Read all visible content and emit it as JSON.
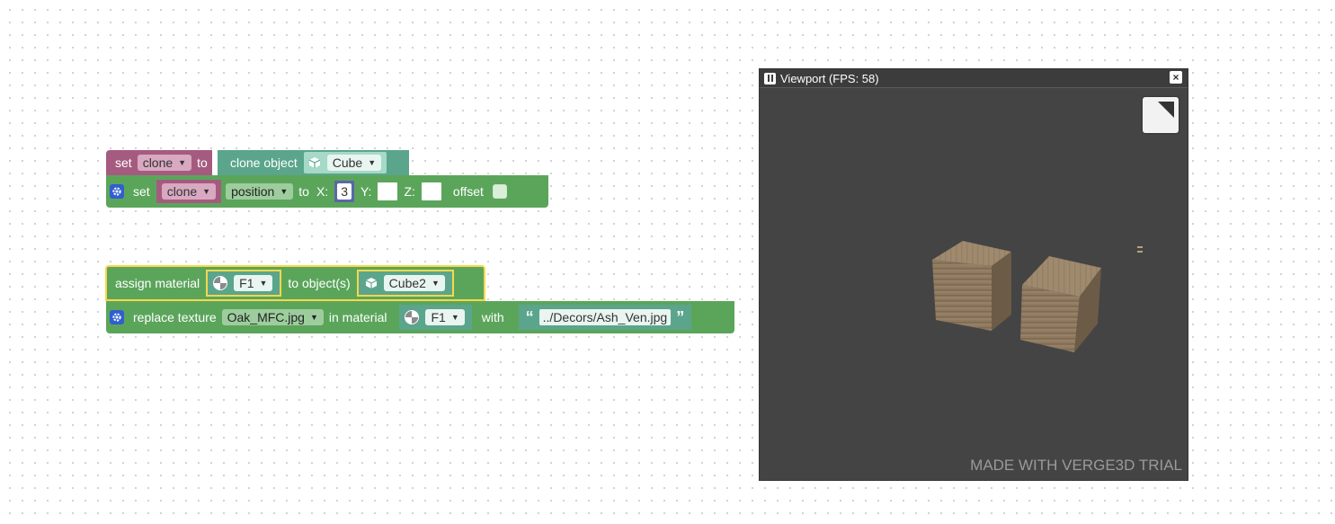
{
  "block1": {
    "set_label": "set",
    "var_name": "clone",
    "to_label": "to",
    "clone_object_label": "clone object",
    "object_name": "Cube"
  },
  "block2": {
    "set_label": "set",
    "var_name": "clone",
    "property": "position",
    "to_label": "to",
    "x_label": "X:",
    "x_value": "3",
    "y_label": "Y:",
    "z_label": "Z:",
    "offset_label": "offset"
  },
  "block3": {
    "assign_label": "assign material",
    "material": "F1",
    "to_objects_label": "to object(s)",
    "object_name": "Cube2"
  },
  "block4": {
    "replace_label": "replace texture",
    "texture": "Oak_MFC.jpg",
    "in_material_label": "in material",
    "material": "F1",
    "with_label": "with",
    "open_quote": "“",
    "path": "../Decors/Ash_Ven.jpg",
    "close_quote": "”"
  },
  "viewport": {
    "title": "Viewport (FPS: 58)",
    "close": "×",
    "watermark": "MADE WITH VERGE3D TRIAL"
  },
  "colors": {
    "variable_block": "#a55b80",
    "object_block": "#5ba58c",
    "action_block": "#5ba55b",
    "math_block": "#5b67a5",
    "highlight": "#f7d84a"
  }
}
